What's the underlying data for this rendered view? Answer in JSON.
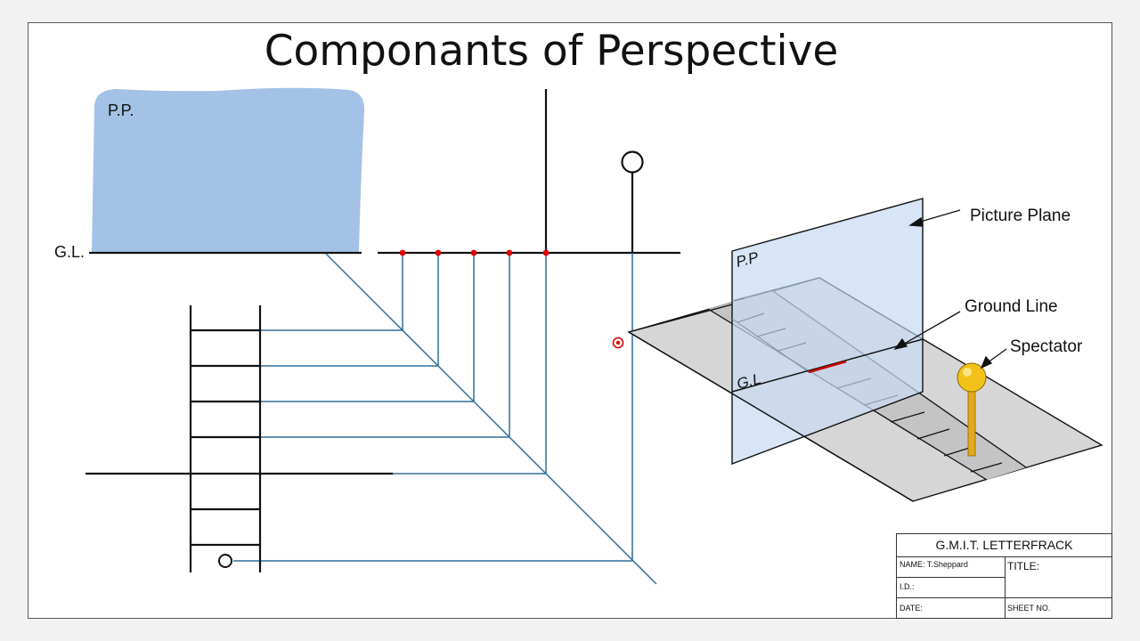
{
  "title": "Componants of Perspective",
  "plan_labels": {
    "pp": "P.P.",
    "gl": "G.L."
  },
  "iso_labels": {
    "pp": "P.P",
    "gl": "G.L"
  },
  "callouts": {
    "picture_plane": "Picture Plane",
    "ground_line": "Ground Line",
    "spectator": "Spectator"
  },
  "title_block": {
    "school": "G.M.I.T. LETTERFRACK",
    "name": "NAME: T.Sheppard",
    "title": "TITLE:",
    "id": "I.D.:",
    "date": "DATE:",
    "sheet": "SHEET NO."
  },
  "colors": {
    "picture_plane_fill": "#a3c2e6",
    "projector_line": "#2f6f99",
    "point_marker": "#e00000",
    "ground_fill": "#d6d6d6",
    "iso_plane_fill": "#d3e3f5",
    "spectator_head": "#f2c21a",
    "spectator_pole": "#e5a81a",
    "highlight_line": "#cc0000"
  },
  "icons": {
    "cursor": "cursor-icon",
    "station_point": "circle-icon"
  }
}
